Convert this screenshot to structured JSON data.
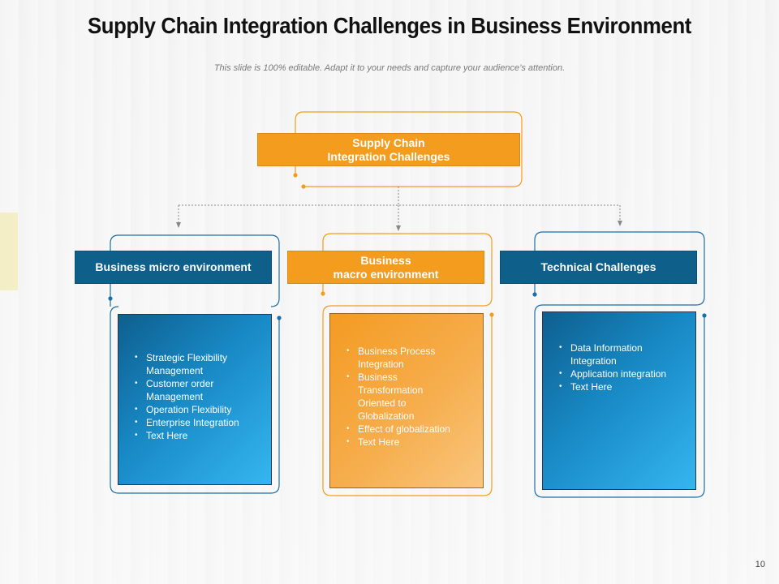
{
  "slide": {
    "title": "Supply Chain Integration Challenges in Business Environment",
    "subtitle": "This slide is 100% editable. Adapt it to your needs and capture your audience’s attention.",
    "page_number": "10"
  },
  "root": {
    "line1": "Supply Chain",
    "line2": "Integration Challenges"
  },
  "branches": [
    {
      "header_line1": "Business micro environment",
      "header_line2": "",
      "items": [
        "Strategic Flexibility Management",
        "Customer order Management",
        "Operation Flexibility",
        "Enterprise Integration",
        "Text Here"
      ]
    },
    {
      "header_line1": "Business",
      "header_line2": "macro environment",
      "items": [
        "Business Process Integration",
        "Business Transformation Oriented to Globalization",
        "Effect of globalization",
        "Text Here"
      ]
    },
    {
      "header_line1": "Technical Challenges",
      "header_line2": "",
      "items": [
        "Data Information Integration",
        "Application integration",
        "Text Here"
      ]
    }
  ],
  "colors": {
    "orange": "#f39c1e",
    "blue_dark": "#0e5f8a",
    "blue_light": "#35b6f0"
  }
}
